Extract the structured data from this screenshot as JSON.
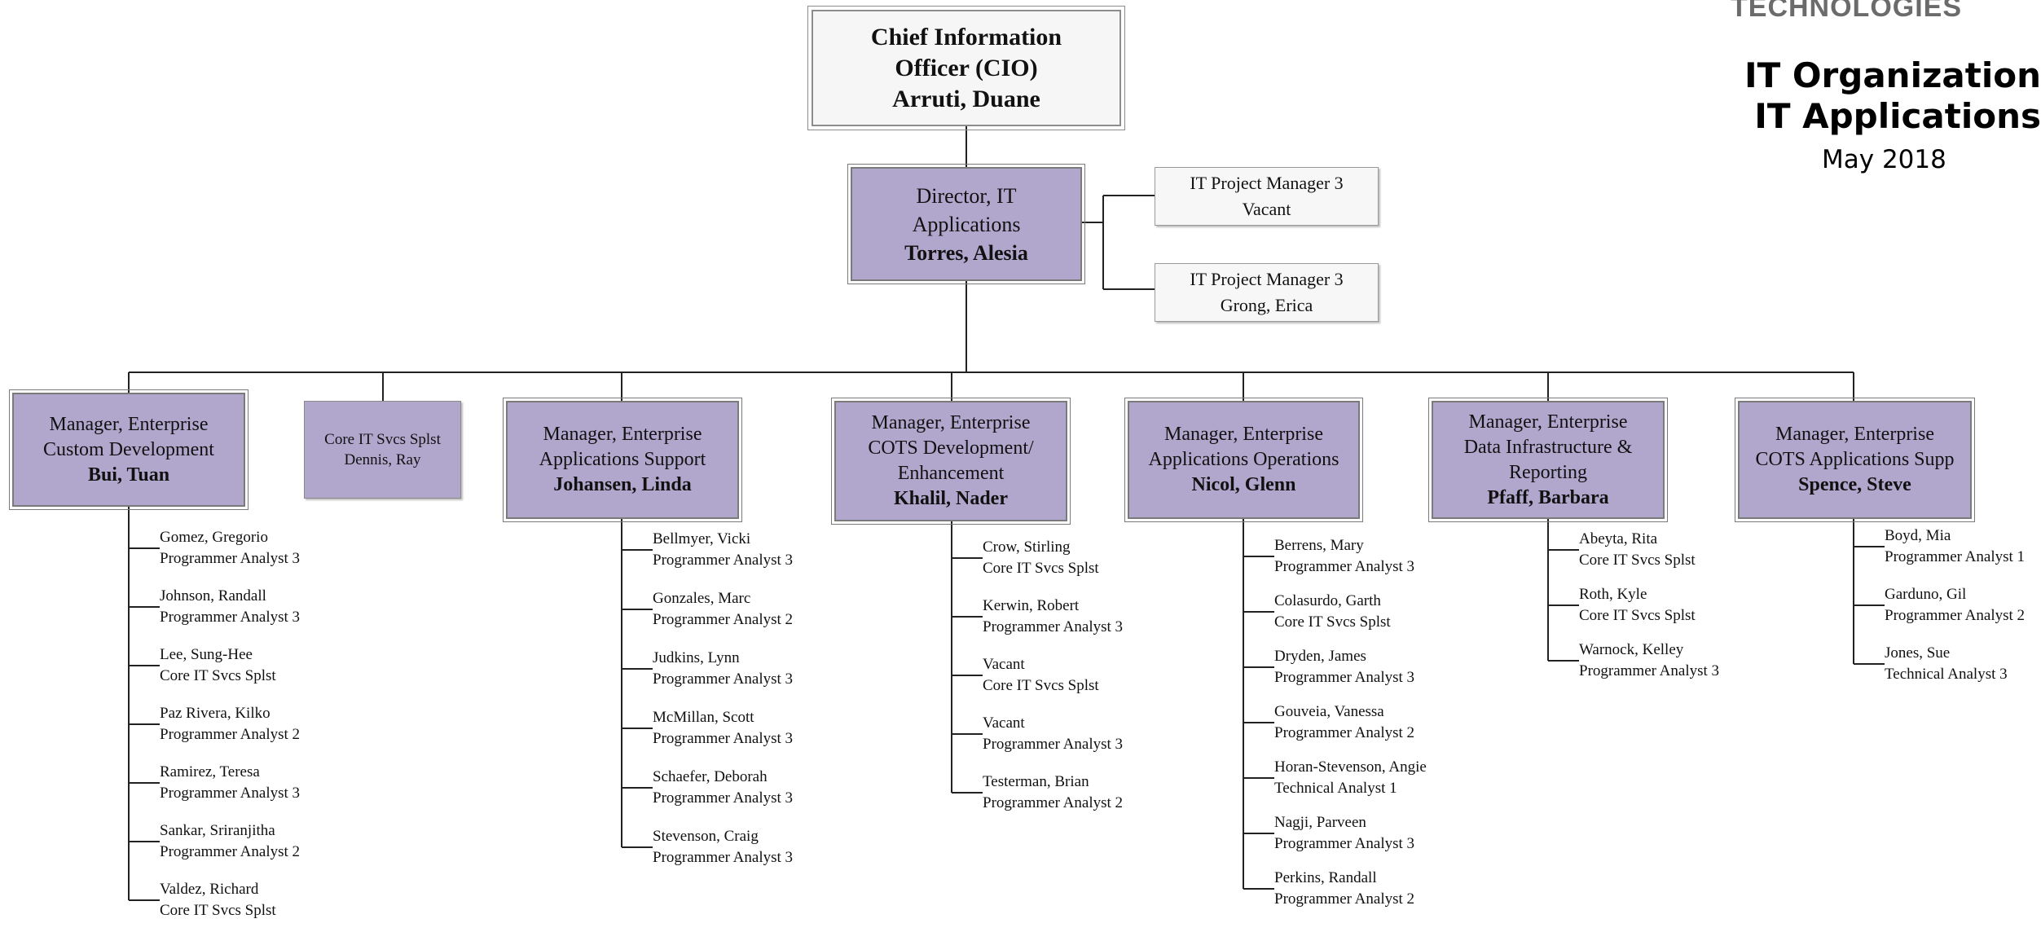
{
  "header": {
    "brand": "TECHNOLOGIES",
    "title_line1": "IT Organization",
    "title_line2": "IT Applications",
    "date": "May 2018"
  },
  "colors": {
    "manager_fill": "#b1a7cd",
    "executive_fill": "#f6f6f6",
    "line": "#222222"
  },
  "cio": {
    "line1": "Chief Information",
    "line2": "Officer (CIO)",
    "name": "Arruti, Duane"
  },
  "director": {
    "line1": "Director, IT",
    "line2": "Applications",
    "name": "Torres, Alesia"
  },
  "project_managers": [
    {
      "title": "IT Project Manager 3",
      "name": "Vacant"
    },
    {
      "title": "IT Project Manager 3",
      "name": "Grong, Erica"
    }
  ],
  "specialist": {
    "title": "Core IT Svcs Splst",
    "name": "Dennis, Ray"
  },
  "managers": [
    {
      "title_lines": [
        "Manager, Enterprise",
        "Custom Development"
      ],
      "name": "Bui, Tuan",
      "staff": [
        {
          "name": "Gomez, Gregorio",
          "title": "Programmer Analyst 3"
        },
        {
          "name": "Johnson, Randall",
          "title": "Programmer Analyst 3"
        },
        {
          "name": "Lee, Sung-Hee",
          "title": "Core IT Svcs Splst"
        },
        {
          "name": "Paz Rivera, Kilko",
          "title": "Programmer Analyst 2"
        },
        {
          "name": "Ramirez, Teresa",
          "title": "Programmer Analyst 3"
        },
        {
          "name": "Sankar, Sriranjitha",
          "title": "Programmer Analyst 2"
        },
        {
          "name": "Valdez, Richard",
          "title": "Core IT Svcs Splst"
        }
      ]
    },
    {
      "title_lines": [
        "Manager, Enterprise",
        "Applications Support"
      ],
      "name": "Johansen, Linda",
      "staff": [
        {
          "name": "Bellmyer, Vicki",
          "title": "Programmer Analyst 3"
        },
        {
          "name": "Gonzales, Marc",
          "title": "Programmer Analyst 2"
        },
        {
          "name": "Judkins, Lynn",
          "title": "Programmer Analyst 3"
        },
        {
          "name": "McMillan, Scott",
          "title": "Programmer Analyst 3"
        },
        {
          "name": "Schaefer, Deborah",
          "title": "Programmer Analyst 3"
        },
        {
          "name": "Stevenson, Craig",
          "title": "Programmer Analyst 3"
        }
      ]
    },
    {
      "title_lines": [
        "Manager, Enterprise",
        "COTS Development/",
        "Enhancement"
      ],
      "name": "Khalil, Nader",
      "staff": [
        {
          "name": "Crow, Stirling",
          "title": "Core IT Svcs Splst"
        },
        {
          "name": "Kerwin, Robert",
          "title": "Programmer Analyst 3"
        },
        {
          "name": "Vacant",
          "title": "Core IT Svcs Splst"
        },
        {
          "name": "Vacant",
          "title": "Programmer Analyst 3"
        },
        {
          "name": "Testerman, Brian",
          "title": "Programmer Analyst 2"
        }
      ]
    },
    {
      "title_lines": [
        "Manager, Enterprise",
        "Applications Operations"
      ],
      "name": "Nicol, Glenn",
      "staff": [
        {
          "name": "Berrens, Mary",
          "title": "Programmer Analyst 3"
        },
        {
          "name": "Colasurdo, Garth",
          "title": "Core IT Svcs Splst"
        },
        {
          "name": "Dryden, James",
          "title": "Programmer Analyst 3"
        },
        {
          "name": "Gouveia, Vanessa",
          "title": "Programmer Analyst 2"
        },
        {
          "name": "Horan-Stevenson, Angie",
          "title": "Technical Analyst 1"
        },
        {
          "name": "Nagji, Parveen",
          "title": "Programmer Analyst 3"
        },
        {
          "name": "Perkins, Randall",
          "title": "Programmer Analyst 2"
        }
      ]
    },
    {
      "title_lines": [
        "Manager, Enterprise",
        "Data Infrastructure &",
        "Reporting"
      ],
      "name": "Pfaff, Barbara",
      "staff": [
        {
          "name": "Abeyta, Rita",
          "title": "Core IT Svcs Splst"
        },
        {
          "name": "Roth, Kyle",
          "title": "Core IT Svcs Splst"
        },
        {
          "name": "Warnock, Kelley",
          "title": "Programmer Analyst 3"
        }
      ]
    },
    {
      "title_lines": [
        "Manager, Enterprise",
        "COTS Applications Supp"
      ],
      "name": "Spence, Steve",
      "staff": [
        {
          "name": "Boyd, Mia",
          "title": "Programmer Analyst 1"
        },
        {
          "name": "Garduno, Gil",
          "title": "Programmer Analyst 2"
        },
        {
          "name": "Jones, Sue",
          "title": "Technical Analyst 3"
        }
      ]
    }
  ]
}
